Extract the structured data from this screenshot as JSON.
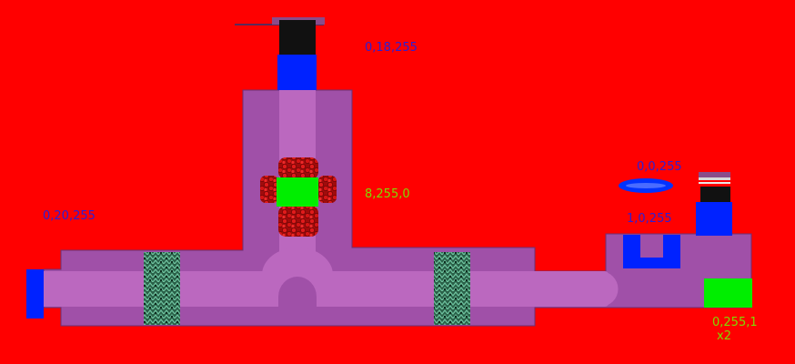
{
  "labels": {
    "top_valve": "0,18,255",
    "center_valve": "8,255,0",
    "left_inlet": "0,20,255",
    "right_float": "0,0,255",
    "right_cup": "1,0,255",
    "right_output": "0,255,1",
    "right_output_multiplier": "x2"
  },
  "colors": {
    "background": "#ff0000",
    "pipe_outer": "#a050a8",
    "pipe_inner": "#bb68bf",
    "valve_blue": "#0022ff",
    "valve_green": "#00ee00",
    "cap_black": "#111111",
    "label_blue": "#2b1fd6",
    "label_green": "#7ddc00",
    "plant_green": "#2e7a55",
    "berry_red": "#cc1111"
  }
}
